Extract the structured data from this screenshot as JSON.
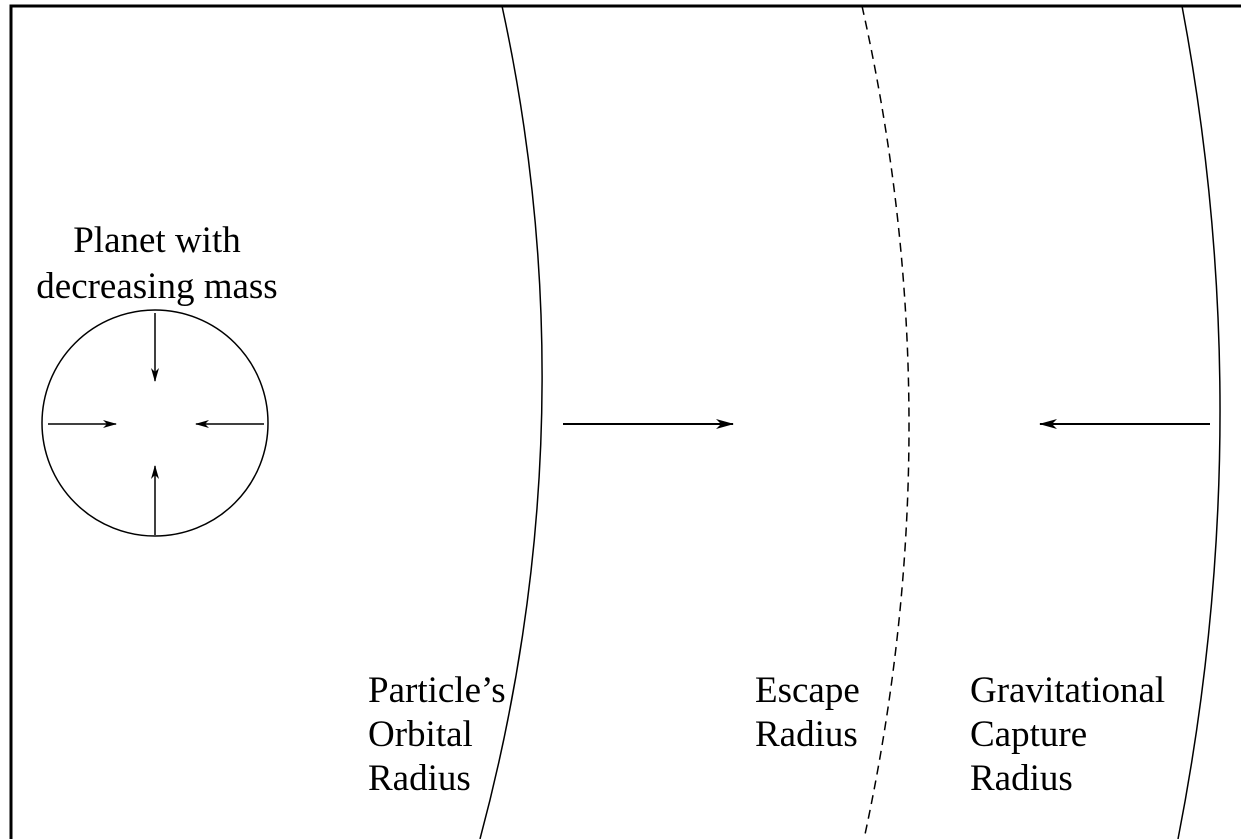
{
  "planet": {
    "label_line1": "Planet with",
    "label_line2": "decreasing mass"
  },
  "orbital_radius": {
    "line1": "Particle’s",
    "line2": "Orbital",
    "line3": "Radius"
  },
  "escape_radius": {
    "line1": "Escape",
    "line2": "Radius"
  },
  "capture_radius": {
    "line1": "Gravitational",
    "line2": "Capture",
    "line3": "Radius"
  },
  "colors": {
    "stroke": "#000000",
    "background": "#ffffff"
  }
}
